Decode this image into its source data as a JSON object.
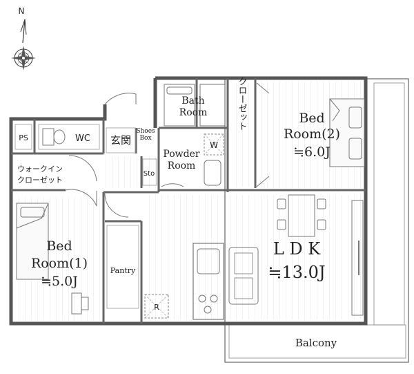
{
  "compass": {
    "north_label": "N"
  },
  "rooms": {
    "bath": {
      "line1": "Bath",
      "line2": "Room"
    },
    "closet": {
      "label": "クローゼット"
    },
    "bed2": {
      "line1": "Bed",
      "line2": "Room(2)",
      "area": "≒6.0J"
    },
    "ps": {
      "label": "PS"
    },
    "wc": {
      "label": "WC"
    },
    "genkan": {
      "label": "玄関"
    },
    "shoes_box": {
      "line1": "Shoes",
      "line2": "Box"
    },
    "powder": {
      "line1": "Powder",
      "line2": "Room"
    },
    "washer": {
      "label": "W"
    },
    "walkin": {
      "line1": "ウォークイン",
      "line2": "クローゼット"
    },
    "storage": {
      "label": "Sto"
    },
    "bed1": {
      "line1": "Bed",
      "line2": "Room(1)",
      "area": "≒5.0J"
    },
    "pantry": {
      "label": "Pantry"
    },
    "refrigerator": {
      "label": "R"
    },
    "ldk": {
      "label": "L D K",
      "area": "≒13.0J"
    },
    "balcony": {
      "label": "Balcony"
    }
  },
  "colors": {
    "wall": "#555555",
    "floor_line": "#e4e4e4",
    "stroke": "#444444"
  }
}
